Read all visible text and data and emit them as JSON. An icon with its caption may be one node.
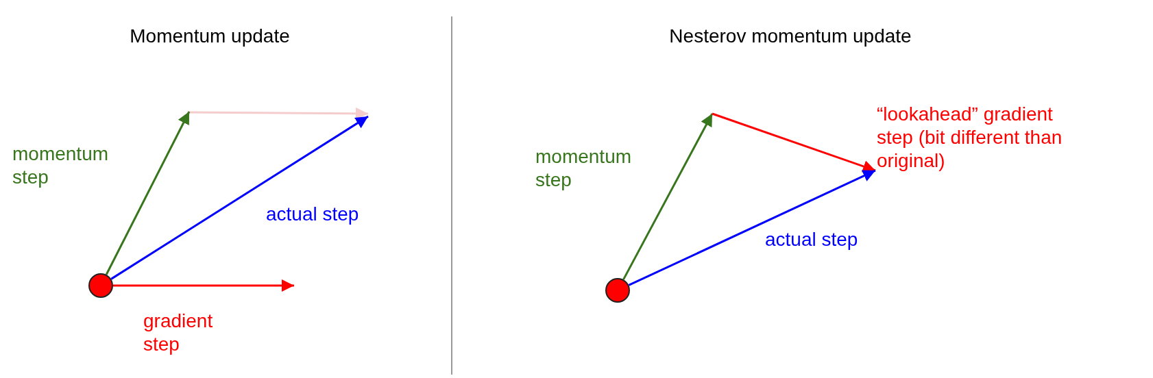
{
  "diagram": {
    "nodes": [
      {
        "text": [],
        "shape": "circle"
      },
      {
        "text": [],
        "shape": "circle"
      },
      {
        "text": [
          "“lookahead” gradient step (bit different than original)"
        ]
      }
    ],
    "edges": [
      {
        "from": 0,
        "to": null,
        "arrow": "to",
        "color": "#38761d"
      },
      {
        "from": 0,
        "to": null,
        "arrow": "to",
        "color": "#0000ff"
      },
      {
        "from": 0,
        "to": null,
        "arrow": "to",
        "color": "#ff0000"
      },
      {
        "from": 1,
        "to": null,
        "arrow": "to",
        "color": "#38761d"
      },
      {
        "from": null,
        "to": 2,
        "arrow": "to",
        "color": "#ff0000"
      },
      {
        "from": 1,
        "to": 2,
        "arrow": "to",
        "color": "#0000ff"
      }
    ],
    "labels": [
      "Momentum update",
      "Nesterov momentum update",
      "momentum step",
      "actual step",
      "momentum step",
      "actual step",
      "gradient step"
    ]
  }
}
